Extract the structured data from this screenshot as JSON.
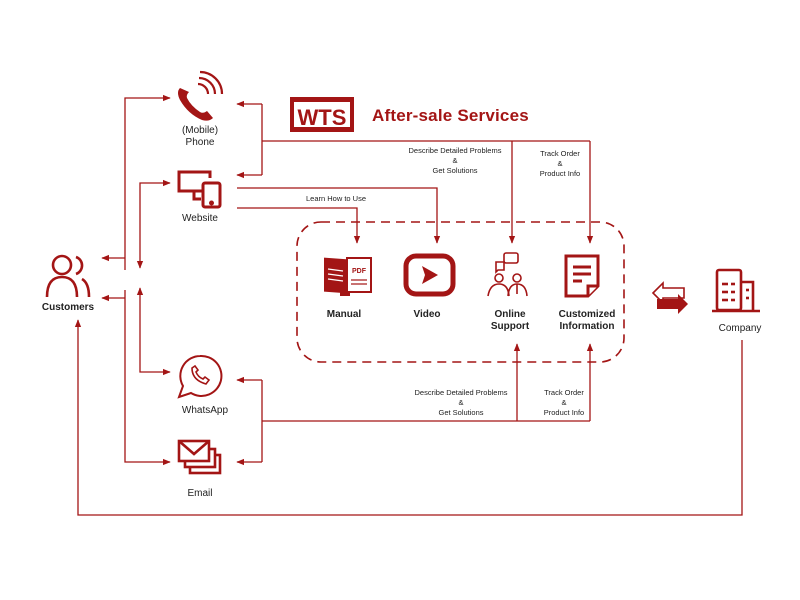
{
  "header": {
    "logo_text": "WTS",
    "title": "After-sale Services"
  },
  "colors": {
    "accent": "#a31515",
    "text": "#222222",
    "background": "#ffffff"
  },
  "nodes": {
    "customers": "Customers",
    "phone_line1": "(Mobile)",
    "phone_line2": "Phone",
    "website": "Website",
    "whatsapp": "WhatsApp",
    "email": "Email",
    "company": "Company"
  },
  "services": [
    {
      "label_line1": "Manual",
      "label_line2": "",
      "icon": "pdf-manual-icon"
    },
    {
      "label_line1": "Video",
      "label_line2": "",
      "icon": "video-play-icon"
    },
    {
      "label_line1": "Online",
      "label_line2": "Support",
      "icon": "online-support-icon"
    },
    {
      "label_line1": "Customized",
      "label_line2": "Information",
      "icon": "document-icon"
    }
  ],
  "annotations": {
    "learn": "Learn How to Use",
    "describe_top": [
      "Describe Detailed Problems",
      "&",
      "Get Solutions"
    ],
    "track_top": [
      "Track Order",
      "&",
      "Product Info"
    ],
    "describe_bottom": [
      "Describe Detailed Problems",
      "&",
      "Get Solutions"
    ],
    "track_bottom": [
      "Track Order",
      "&",
      "Product Info"
    ]
  }
}
